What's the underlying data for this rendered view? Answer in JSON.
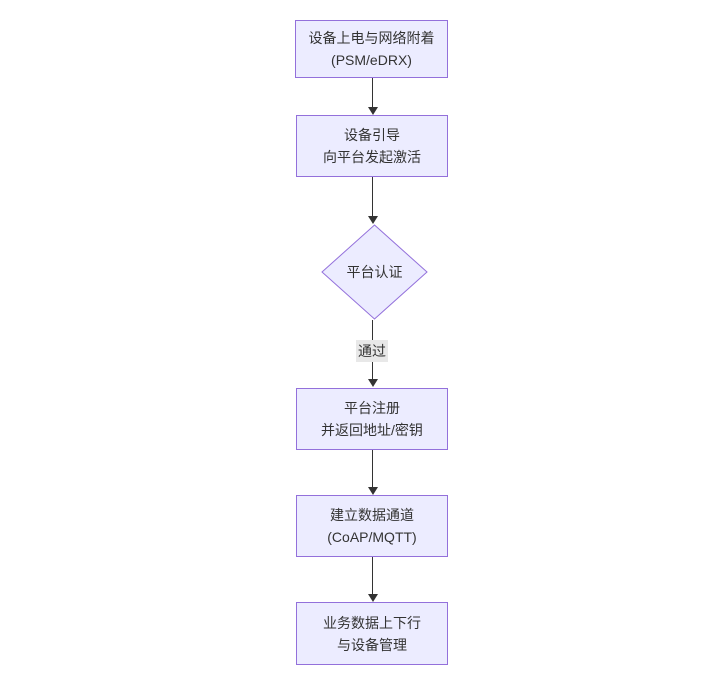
{
  "diagram": {
    "type": "flowchart",
    "direction": "top-down",
    "nodes": [
      {
        "id": "power-attach",
        "shape": "rect",
        "line1": "设备上电与网络附着",
        "line2": "(PSM/eDRX)"
      },
      {
        "id": "bootstrap",
        "shape": "rect",
        "line1": "设备引导",
        "line2": "向平台发起激活"
      },
      {
        "id": "auth",
        "shape": "diamond",
        "line1": "平台认证",
        "line2": ""
      },
      {
        "id": "register",
        "shape": "rect",
        "line1": "平台注册",
        "line2": "并返回地址/密钥"
      },
      {
        "id": "channel",
        "shape": "rect",
        "line1": "建立数据通道",
        "line2": "(CoAP/MQTT)"
      },
      {
        "id": "business",
        "shape": "rect",
        "line1": "业务数据上下行",
        "line2": "与设备管理"
      }
    ],
    "edges": [
      {
        "from": "power-attach",
        "to": "bootstrap",
        "label": ""
      },
      {
        "from": "bootstrap",
        "to": "auth",
        "label": ""
      },
      {
        "from": "auth",
        "to": "register",
        "label": "通过"
      },
      {
        "from": "register",
        "to": "channel",
        "label": ""
      },
      {
        "from": "channel",
        "to": "business",
        "label": ""
      }
    ],
    "edge_label_pass": "通过",
    "colors": {
      "node_fill": "#ECECFF",
      "node_border": "#9370DB",
      "text": "#333333",
      "arrow": "#333333",
      "edge_label_bg": "#e8e8e8",
      "background": "#ffffff"
    }
  }
}
